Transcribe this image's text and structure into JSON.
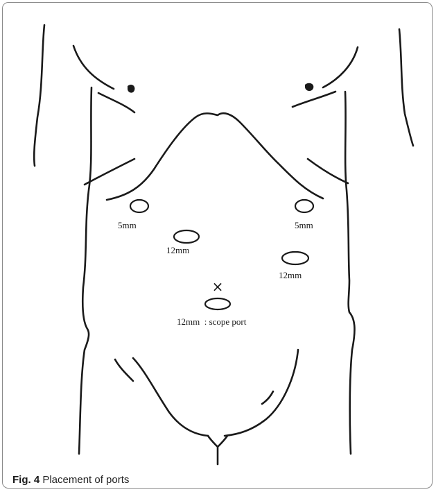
{
  "caption": {
    "figure_label": "Fig. 4",
    "text": "Placement of ports"
  },
  "ports": [
    {
      "id": "left-upper",
      "label": "5mm"
    },
    {
      "id": "right-upper",
      "label": "5mm"
    },
    {
      "id": "left-mid",
      "label": "12mm"
    },
    {
      "id": "right-mid",
      "label": "12mm"
    },
    {
      "id": "scope",
      "label": "12mm  : scope port"
    }
  ],
  "umbilicus_marker": "×",
  "colors": {
    "line": "#1a1a1a",
    "frame": "#8a8a8a",
    "caption_text": "#222222"
  }
}
